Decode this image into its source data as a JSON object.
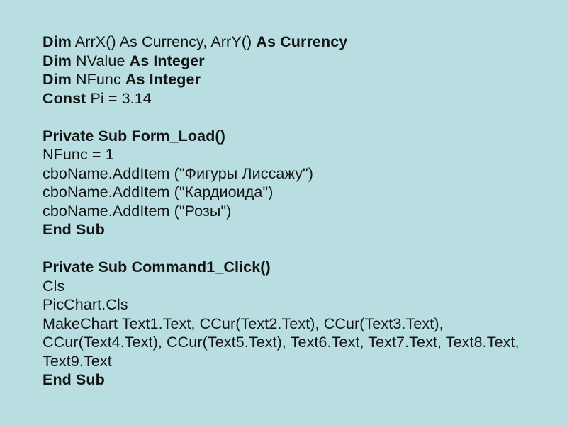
{
  "slide": {
    "background_color": "#b8dee2",
    "text_color": "#141414"
  },
  "code_lines": [
    {
      "segments": [
        {
          "t": "Dim",
          "b": true
        },
        {
          "t": " ArrX() As Currency, ArrY() ",
          "b": false
        },
        {
          "t": "As Currency",
          "b": true
        }
      ]
    },
    {
      "segments": [
        {
          "t": "Dim",
          "b": true
        },
        {
          "t": " NValue ",
          "b": false
        },
        {
          "t": "As Integer",
          "b": true
        }
      ]
    },
    {
      "segments": [
        {
          "t": "Dim",
          "b": true
        },
        {
          "t": " NFunc ",
          "b": false
        },
        {
          "t": "As Integer",
          "b": true
        }
      ]
    },
    {
      "segments": [
        {
          "t": "Const",
          "b": true
        },
        {
          "t": " Pi = 3.14",
          "b": false
        }
      ]
    },
    {
      "segments": []
    },
    {
      "segments": [
        {
          "t": "Private Sub Form_Load()",
          "b": true
        }
      ]
    },
    {
      "segments": [
        {
          "t": "NFunc = 1",
          "b": false
        }
      ]
    },
    {
      "segments": [
        {
          "t": "cboName.AddItem (\"Фигуры Лиссажу\")",
          "b": false
        }
      ]
    },
    {
      "segments": [
        {
          "t": "cboName.AddItem (\"Кардиоида\")",
          "b": false
        }
      ]
    },
    {
      "segments": [
        {
          "t": "cboName.AddItem (\"Розы\")",
          "b": false
        }
      ]
    },
    {
      "segments": [
        {
          "t": "End Sub",
          "b": true
        }
      ]
    },
    {
      "segments": []
    },
    {
      "segments": [
        {
          "t": "Private Sub Command1_Click()",
          "b": true
        }
      ]
    },
    {
      "segments": [
        {
          "t": "Cls",
          "b": false
        }
      ]
    },
    {
      "segments": [
        {
          "t": "PicChart.Cls",
          "b": false
        }
      ]
    },
    {
      "segments": [
        {
          "t": "MakeChart Text1.Text, CCur(Text2.Text), CCur(Text3.Text),",
          "b": false
        }
      ]
    },
    {
      "segments": [
        {
          "t": "CCur(Text4.Text), CCur(Text5.Text), Text6.Text, Text7.Text, Text8.Text,",
          "b": false
        }
      ]
    },
    {
      "segments": [
        {
          "t": "Text9.Text",
          "b": false
        }
      ]
    },
    {
      "segments": [
        {
          "t": "End Sub",
          "b": true
        }
      ]
    }
  ]
}
